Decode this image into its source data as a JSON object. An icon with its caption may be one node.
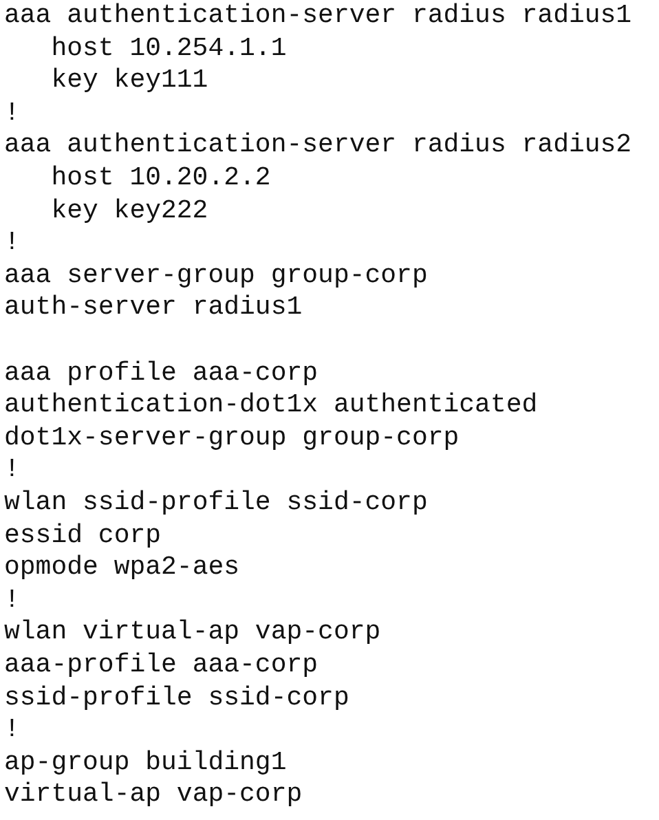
{
  "diagram": {
    "labels": [
      "aaa authentication-server radius radius1",
      "host 10.254.1.1",
      "key key111",
      "!",
      "aaa authentication-server radius radius2",
      "host 10.20.2.2",
      "key key222",
      "!",
      "aaa server-group group-corp",
      "auth-server radius1",
      "aaa profile aaa-corp",
      "authentication-dot1x authenticated",
      "dot1x-server-group group-corp",
      "!",
      "wlan ssid-profile ssid-corp",
      "essid corp",
      "opmode wpa2-aes",
      "!",
      "wlan virtual-ap vap-corp",
      "aaa-profile aaa-corp",
      "ssid-profile ssid-corp",
      "!",
      "ap-group building1",
      "virtual-ap vap-corp"
    ]
  }
}
